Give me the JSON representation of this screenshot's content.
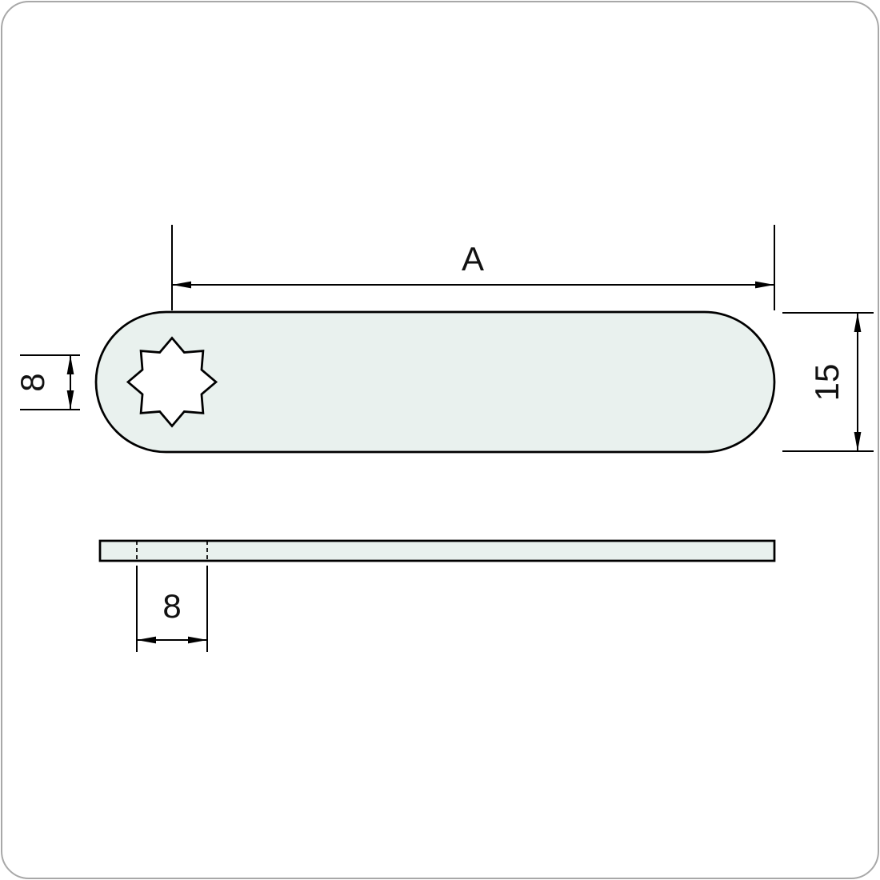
{
  "diagram": {
    "dimensions": {
      "length": "A",
      "hole_height": "8",
      "bar_width": "15",
      "hole_width": "8"
    },
    "colors": {
      "background": "#ffffff",
      "part_fill": "#e9f1ee",
      "hole_fill": "#ffffff",
      "line": "#000000"
    }
  }
}
